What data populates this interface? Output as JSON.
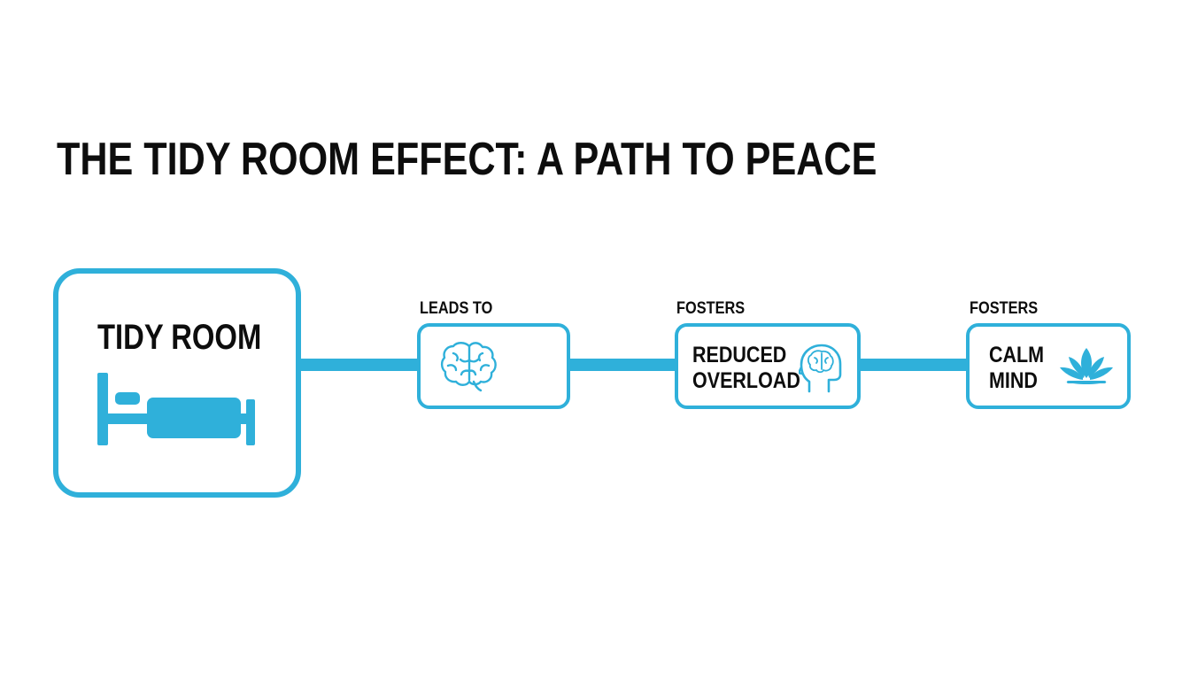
{
  "title": "THE TIDY ROOM EFFECT: A PATH TO PEACE",
  "colors": {
    "accent": "#2fb0da",
    "text": "#0d0d0d",
    "background": "#ffffff"
  },
  "main_node": {
    "label": "TIDY ROOM",
    "icon": "bed-icon"
  },
  "steps": [
    {
      "connector_label": "LEADS TO",
      "lines": [],
      "icon": "brain-icon"
    },
    {
      "connector_label": "FOSTERS",
      "lines": [
        "REDUCED",
        "OVERLOAD"
      ],
      "icon": "head-brain-icon"
    },
    {
      "connector_label": "FOSTERS",
      "lines": [
        "CALM",
        "MIND"
      ],
      "icon": "lotus-icon"
    }
  ]
}
